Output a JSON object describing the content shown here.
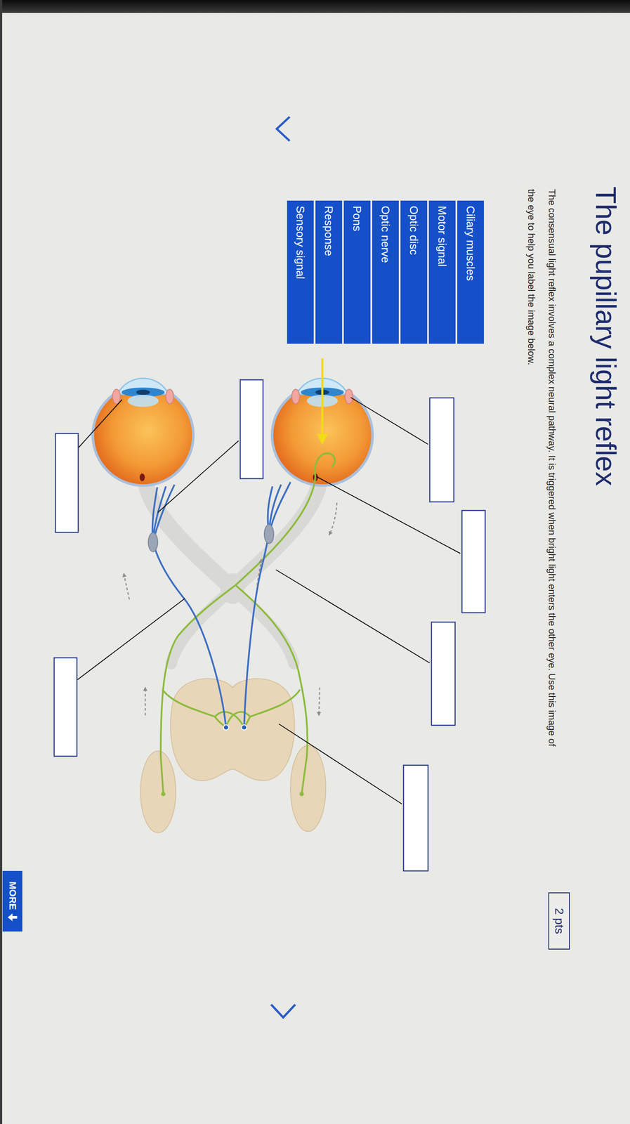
{
  "diagram": {
    "title": "The pupillary light reflex",
    "nodes": [
      {
        "text": [
          "2 pts"
        ]
      },
      {
        "text": [
          "Ciliary muscles"
        ]
      },
      {
        "text": [
          "Motor signal"
        ]
      },
      {
        "text": [
          "Optic disc"
        ]
      },
      {
        "text": [
          "Optic nerve"
        ]
      },
      {
        "text": [
          "Pons"
        ]
      },
      {
        "text": [
          "Response"
        ]
      },
      {
        "text": [
          "Sensory signal"
        ]
      },
      {
        "text": [
          "MORE"
        ]
      }
    ],
    "labels": [
      "The consensual light reflex involves a complex neural pathway. It is triggered when bright light enters the other eye. Use this image of the eye to help you label the image below."
    ]
  }
}
